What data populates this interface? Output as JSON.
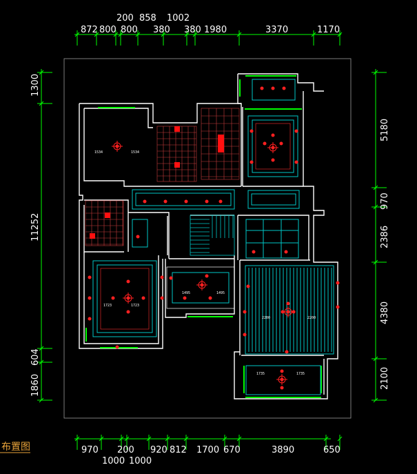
{
  "drawing": {
    "caption": "布置图",
    "colors": {
      "background": "#000000",
      "wall": "#ffffff",
      "dimension": "#00ff00",
      "ceiling": "#00c8c8",
      "lamp": "#ff2020",
      "grid": "#c83c3c",
      "window": "#00ff00",
      "text": "#ffffff"
    }
  },
  "dimensions": {
    "top_row1": [
      "872",
      "800",
      "800",
      "380",
      "380",
      "1980",
      "3370",
      "1170"
    ],
    "top_row2": [
      "200",
      "858",
      "1002"
    ],
    "bottom_row1": [
      "970",
      "200",
      "920",
      "812",
      "1700",
      "670",
      "3890",
      "650"
    ],
    "bottom_row2": [
      "1000",
      "1000"
    ],
    "left": [
      "1300",
      "11252",
      "604",
      "1860"
    ],
    "right": [
      "5180",
      "970",
      "2386",
      "4380",
      "2100"
    ]
  },
  "room_labels": [
    "1534",
    "1534",
    "1723",
    "1723",
    "1735",
    "1735",
    "2200",
    "2200",
    "1495",
    "1495"
  ]
}
